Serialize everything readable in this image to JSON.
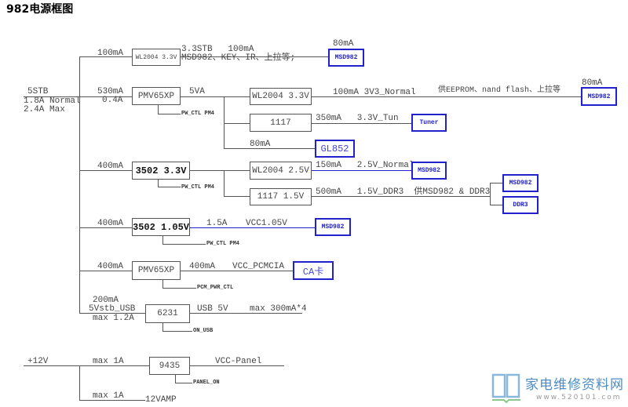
{
  "title": "982电源框图",
  "input_5stb": {
    "name": "5STB",
    "normal": "1.8A Normal",
    "max": "2.4A Max"
  },
  "branch1": {
    "current": "100mA",
    "regulator": "WL2004 3.3V",
    "out": "3.3STB   100mA",
    "loads": "MSD982、KEY、IR、上拉等;",
    "target_current": "80mA",
    "target": "MSD982"
  },
  "branch2": {
    "current": "530mA",
    "current2": "0.4A",
    "switch": "PMV65XP",
    "ctl": "PW_CTL PM4",
    "rail": "5VA",
    "sub1": {
      "regulator": "WL2004 3.3V",
      "out": "100mA 3V3_Normal",
      "note": "供EEPROM、nand flash、上拉等",
      "target_current": "80mA",
      "target": "MSD982"
    },
    "sub2": {
      "regulator": "1117",
      "out": "350mA   3.3V_Tun",
      "target": "Tuner"
    },
    "sub3": {
      "current": "80mA",
      "target": "GL852"
    }
  },
  "branch3": {
    "current": "400mA",
    "regulator": "3502 3.3V",
    "ctl": "PW_CTL PM4",
    "sub1": {
      "regulator": "WL2004 2.5V",
      "out": "150mA   2.5V_Normal",
      "target": "MSD982"
    },
    "sub2": {
      "regulator": "1117 1.5V",
      "out": "500mA   1.5V_DDR3  供MSD982 & DDR3",
      "target1": "MSD982",
      "target2": "DDR3"
    }
  },
  "branch4": {
    "current": "400mA",
    "regulator": "3502 1.05V",
    "out_current": "1.5A",
    "out": "VCC1.05V",
    "ctl": "PW_CTL PM4",
    "target": "MSD982"
  },
  "branch5": {
    "current": "400mA",
    "switch": "PMV65XP",
    "out_current": "400mA",
    "out": "VCC_PCMCIA",
    "ctl": "PCM_PWR_CTL",
    "target": "CA卡"
  },
  "branch6": {
    "current": "200mA",
    "rail": "5Vstb_USB",
    "max": "max 1.2A",
    "switch": "6231",
    "out": "USB 5V",
    "out_max": "max 300mA*4",
    "ctl": "ON_USB"
  },
  "input_12v": {
    "name": "+12V",
    "max1": "max 1A",
    "switch": "9435",
    "out": "VCC-Panel",
    "ctl": "PANEL_ON",
    "max2": "max 1A",
    "amp": "12VAMP"
  },
  "watermark": {
    "name": "家电维修资料网",
    "url": "www.520101.com"
  },
  "colors": {
    "wire": "#555555",
    "blue": "#2222cc"
  }
}
